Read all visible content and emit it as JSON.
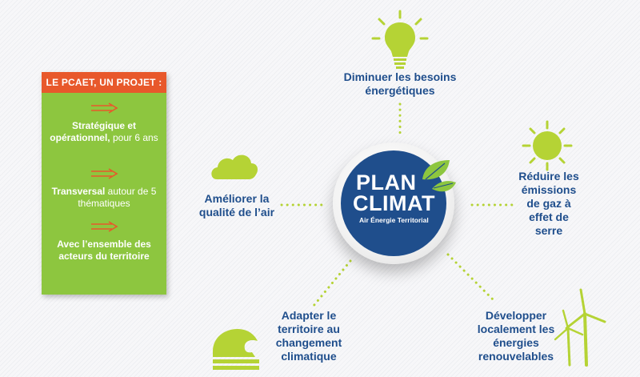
{
  "panel": {
    "title": "LE PCAET, UN PROJET :",
    "items": [
      {
        "strong": "Stratégique et opérationnel,",
        "rest": " pour 6 ans"
      },
      {
        "strong": "Transversal",
        "rest": " autour de 5 thématiques"
      },
      {
        "strong": "Avec l’ensemble des acteurs du territoire",
        "rest": ""
      }
    ]
  },
  "center": {
    "line1": "PLAN",
    "line2": "CLIMAT",
    "subtitle": "Air Énergie Territorial"
  },
  "themes": {
    "energy": "Diminuer les besoins énergétiques",
    "emissions": "Réduire les émissions de gaz à effet de serre",
    "renewables": "Développer localement les énergies renouvelables",
    "adaptation": "Adapter le territoire au changement climatique",
    "air": "Améliorer la qualité de l’air"
  },
  "icons": {
    "energy": "lightbulb-icon",
    "emissions": "sun-icon",
    "renewables": "wind-turbine-icon",
    "adaptation": "wave-icon",
    "air": "cloud-icon",
    "center": "leaves-icon"
  },
  "colors": {
    "green": "#8dc63f",
    "orange": "#e8582b",
    "blue": "#1f4e8c",
    "icon_green": "#b5d335"
  }
}
